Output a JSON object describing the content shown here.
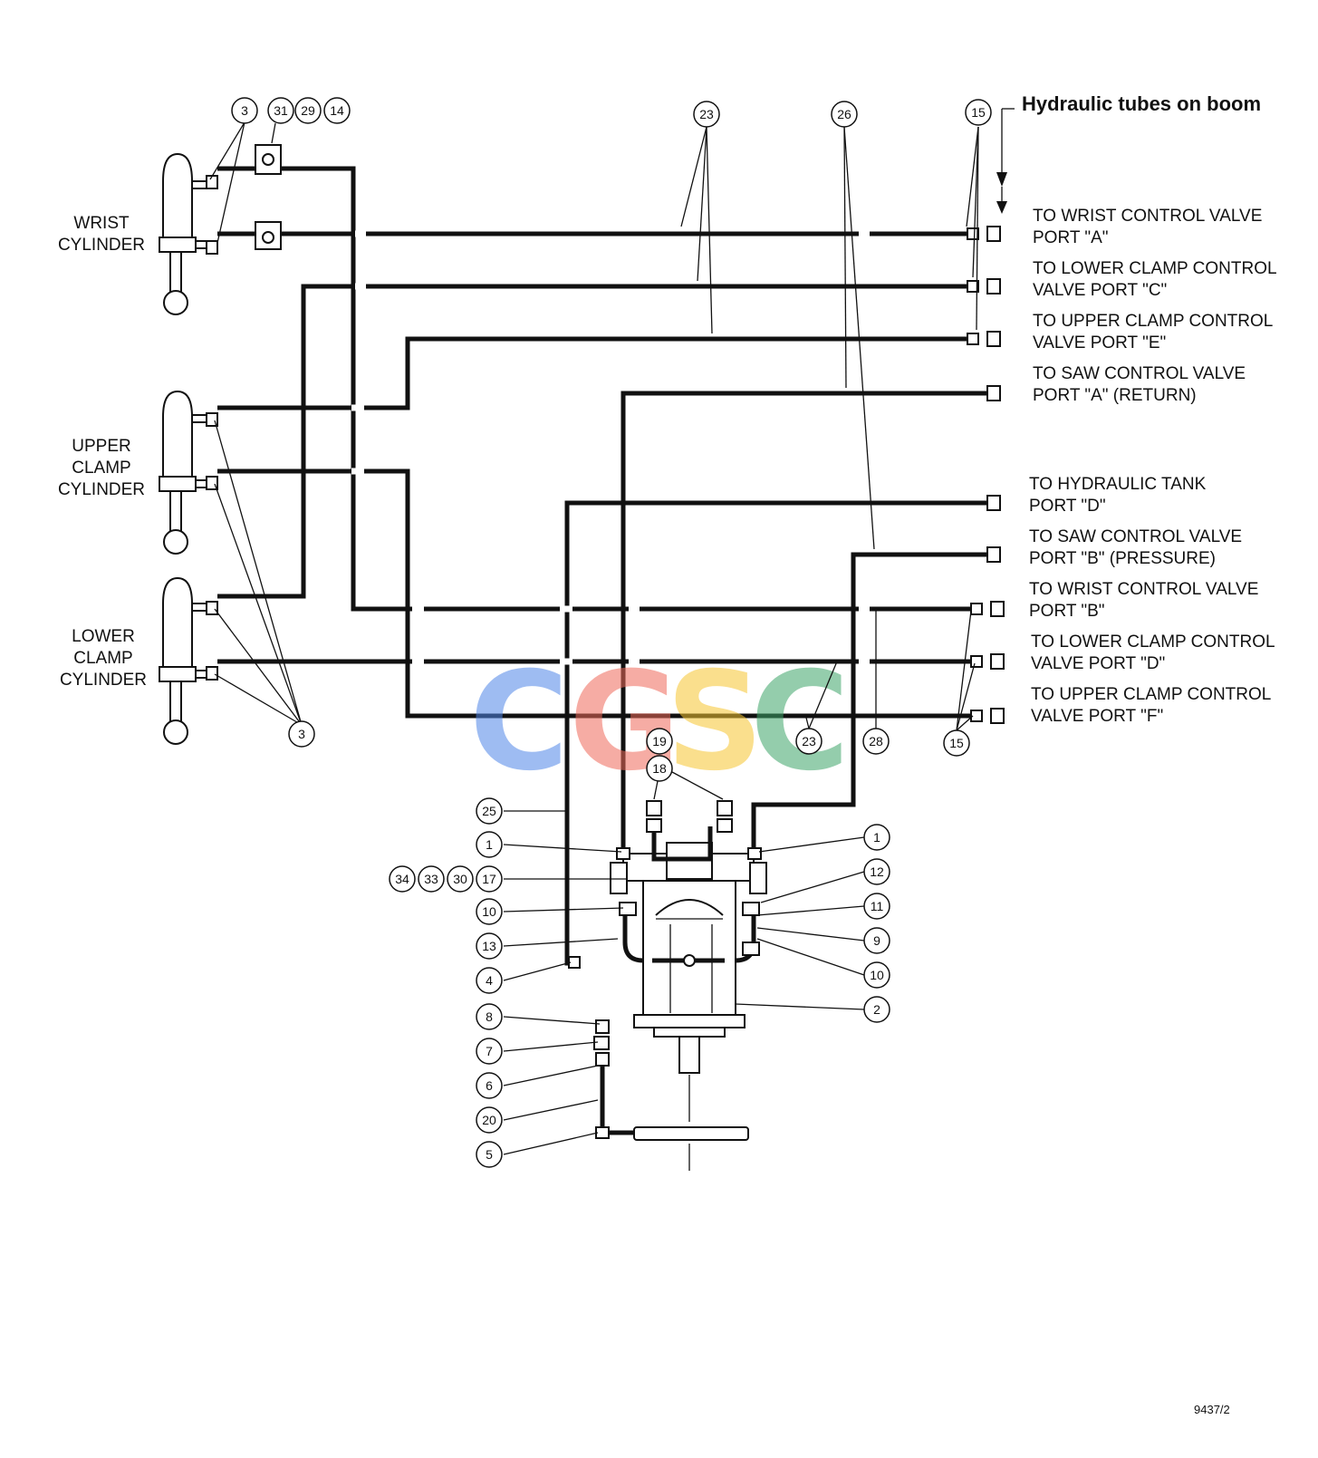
{
  "title": "Hydraulic tubes on boom",
  "figure_code": "9437/2",
  "watermark": {
    "text": "CGSC",
    "letters": [
      {
        "ch": "C",
        "color": "#4f86e8"
      },
      {
        "ch": "G",
        "color": "#ef6a5a"
      },
      {
        "ch": "S",
        "color": "#f7c531"
      },
      {
        "ch": "C",
        "color": "#3ea569"
      }
    ]
  },
  "cylinders": {
    "wrist": [
      "WRIST",
      "CYLINDER"
    ],
    "upper": [
      "UPPER",
      "CLAMP",
      "CYLINDER"
    ],
    "lower": [
      "LOWER",
      "CLAMP",
      "CYLINDER"
    ]
  },
  "destinations": [
    [
      "TO WRIST CONTROL VALVE",
      "PORT \"A\""
    ],
    [
      "TO LOWER CLAMP CONTROL",
      "VALVE PORT \"C\""
    ],
    [
      "TO UPPER CLAMP CONTROL",
      "VALVE PORT \"E\""
    ],
    [
      "TO SAW CONTROL VALVE",
      "PORT \"A\" (RETURN)"
    ],
    [
      "TO HYDRAULIC TANK",
      "PORT \"D\""
    ],
    [
      "TO SAW CONTROL VALVE",
      "PORT \"B\" (PRESSURE)"
    ],
    [
      "TO WRIST CONTROL VALVE",
      "PORT \"B\""
    ],
    [
      "TO LOWER CLAMP CONTROL",
      "VALVE PORT \"D\""
    ],
    [
      "TO UPPER CLAMP CONTROL",
      "VALVE PORT \"F\""
    ]
  ],
  "callouts": [
    "3",
    "31",
    "29",
    "14",
    "23",
    "26",
    "15",
    "3",
    "19",
    "18",
    "23",
    "28",
    "15",
    "25",
    "1",
    "34",
    "33",
    "30",
    "17",
    "10",
    "13",
    "4",
    "1",
    "12",
    "11",
    "9",
    "10",
    "2",
    "8",
    "7",
    "6",
    "20",
    "5"
  ]
}
